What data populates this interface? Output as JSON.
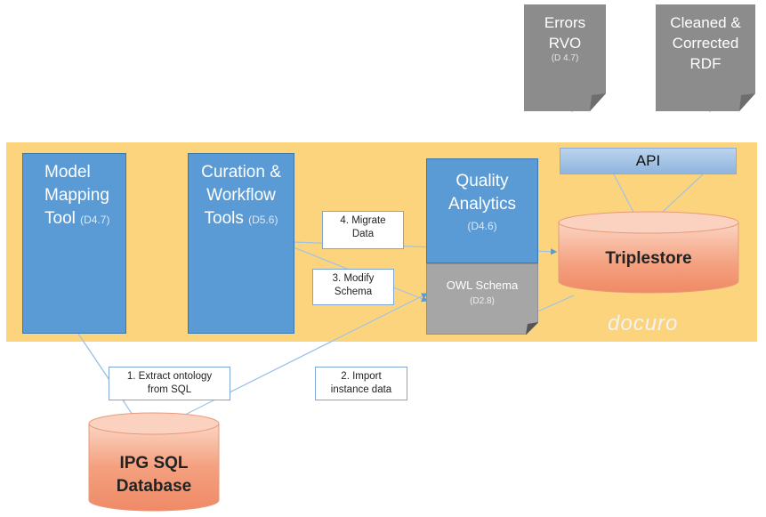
{
  "outputs": [
    {
      "title_lines": [
        "Errors",
        "RVO"
      ],
      "ref": "(D 4.7)"
    },
    {
      "title_lines": [
        "Cleaned &",
        "Corrected",
        "RDF"
      ],
      "ref": ""
    }
  ],
  "tools": {
    "model_mapping": {
      "lines": [
        "Model",
        "Mapping"
      ],
      "last": "Tool",
      "ref": "(D4.7)"
    },
    "curation": {
      "lines": [
        "Curation &",
        "Workflow"
      ],
      "last": "Tools",
      "ref": "(D5.6)"
    },
    "quality": {
      "lines": [
        "Quality",
        "Analytics"
      ],
      "ref": "(D4.6)"
    }
  },
  "owl": {
    "title": "OWL Schema",
    "ref": "(D2.8)"
  },
  "api": {
    "label": "API"
  },
  "triplestore": {
    "label": "Triplestore"
  },
  "database": {
    "lines": [
      "IPG SQL",
      "Database"
    ]
  },
  "steps": [
    {
      "lines": [
        "1. Extract ontology",
        "from SQL"
      ]
    },
    {
      "lines": [
        "2. Import",
        "instance data"
      ]
    },
    {
      "lines": [
        "3. Modify",
        "Schema"
      ]
    },
    {
      "lines": [
        "4. Migrate",
        "Data"
      ]
    }
  ],
  "brand": "docuro",
  "colors": {
    "platform": "#fdd47e",
    "tool": "#5b9bd5",
    "cylinder": "#f4a07f",
    "document": "#8c8c8c",
    "connector": "#9dc3e6"
  }
}
